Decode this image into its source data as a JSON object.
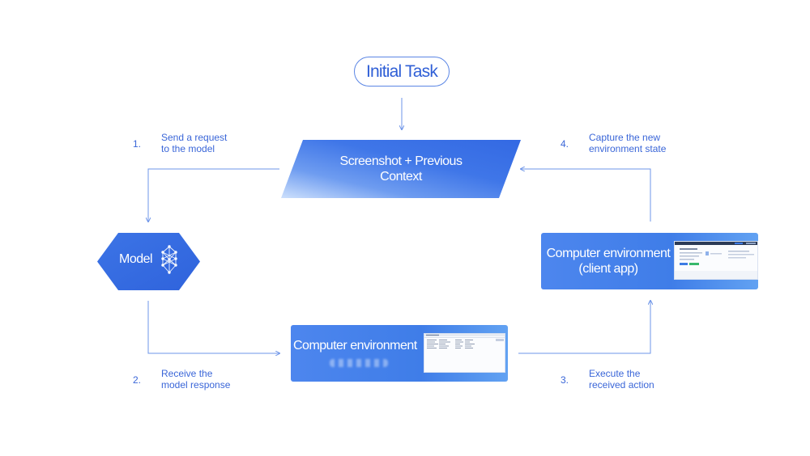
{
  "nodes": {
    "initial_task": "Initial Task",
    "context_line1": "Screenshot + Previous",
    "context_line2": "Context",
    "model": "Model",
    "env_client_line1": "Computer environment",
    "env_client_line2": "(client app)",
    "env_bottom": "Computer environment"
  },
  "steps": [
    {
      "num": "1.",
      "line1": "Send a request",
      "line2": "to the model"
    },
    {
      "num": "2.",
      "line1": "Receive the",
      "line2": "model response"
    },
    {
      "num": "3.",
      "line1": "Execute the",
      "line2": "received action"
    },
    {
      "num": "4.",
      "line1": "Capture the new",
      "line2": "environment state"
    }
  ],
  "colors": {
    "accent": "#2f5fd6",
    "connector": "#6e95e8",
    "node_fill": "#3f7de8",
    "node_light": "#bcd6fb"
  },
  "icons": {
    "model": "neural-network-icon"
  }
}
